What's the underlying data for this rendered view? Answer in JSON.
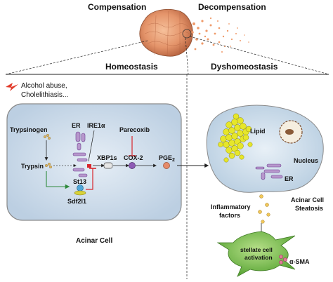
{
  "header": {
    "compensation": "Compensation",
    "decompensation": "Decompensation"
  },
  "panels": {
    "left_title": "Homeostasis",
    "right_title": "Dyshomeostasis"
  },
  "causes": {
    "line1": "Alcohol abuse,",
    "line2": "Cholelithiasis..."
  },
  "left_cell": {
    "trypsinogen": "Trypsinogen",
    "trypsin": "Trypsin",
    "er": "ER",
    "ire1a": "IRE1α",
    "xbp1s": "XBP1s",
    "parecoxib": "Parecoxib",
    "cox2": "COX-2",
    "pge2_base": "PGE",
    "pge2_sub": "2",
    "st13": "St13",
    "sdf2l1": "Sdf2l1",
    "caption": "Acinar Cell"
  },
  "right_cell": {
    "lipid": "Lipid",
    "nucleus": "Nucleus",
    "er": "ER",
    "caption_line1": "Acinar Cell",
    "caption_line2": "Steatosis",
    "inflam_line1": "Inflammatory",
    "inflam_line2": "factors",
    "stellate_line1": "stellate cell",
    "stellate_line2": "activation",
    "asma": "α-SMA"
  },
  "colors": {
    "cell_fill": "#d3e1ee",
    "cell_border": "#8a8a8a",
    "inhibit_red": "#d8262c",
    "green_arrow": "#2f8a3c",
    "lipid_yellow": "#e6e62a",
    "stellate_green": "#7cc04a",
    "purple": "#6a3d8f",
    "liver_orange": "#e08a55"
  }
}
